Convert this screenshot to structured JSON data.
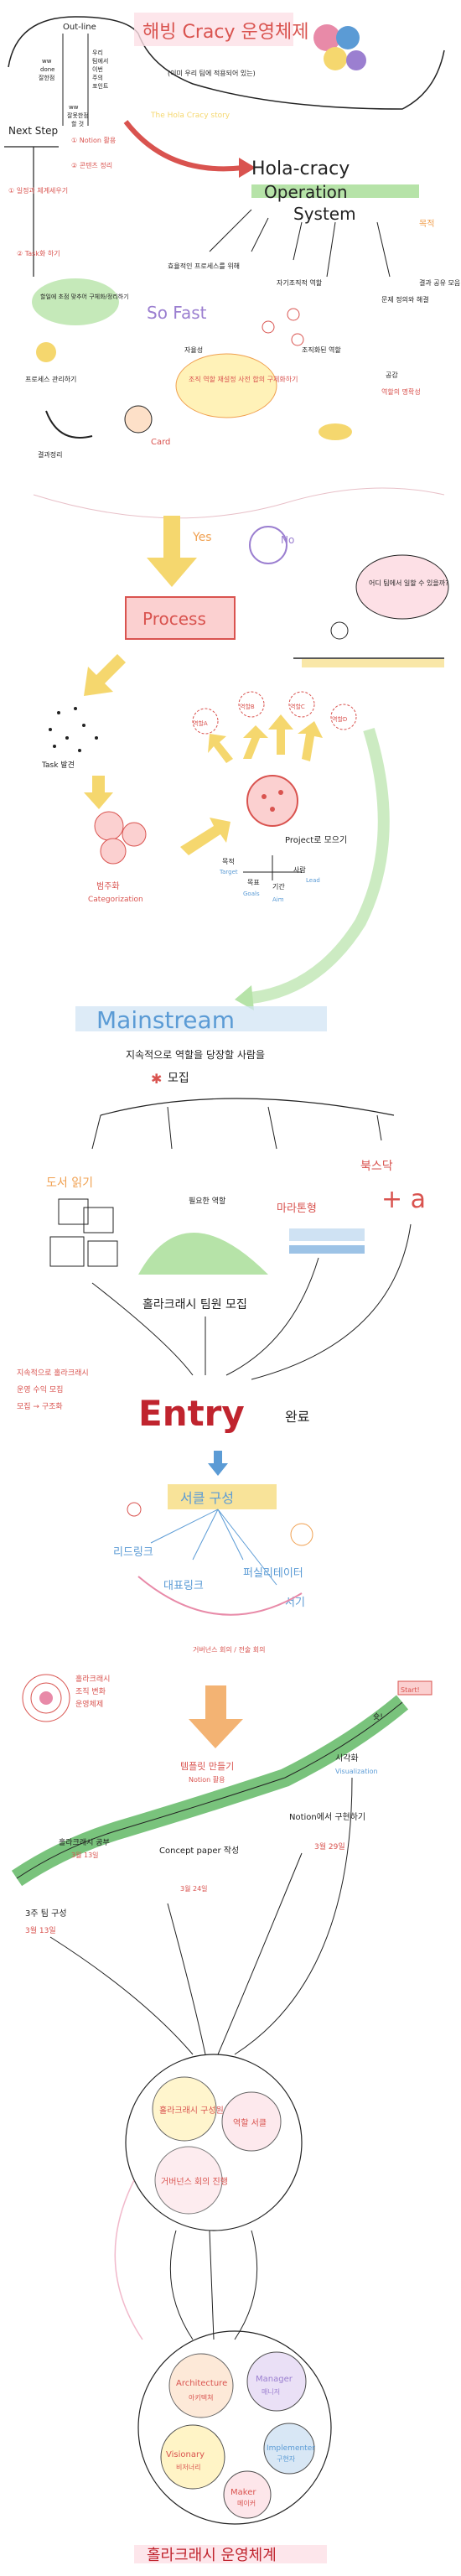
{
  "header": {
    "outline_label": "Out-line",
    "col1": [
      "ww",
      "done",
      "잘한점"
    ],
    "col2": [
      "우리",
      "팀에서",
      "이번",
      "주의",
      "포인트"
    ],
    "col3": [
      "ww",
      "잘못한점",
      "할 것"
    ],
    "next_step": "Next Step",
    "notes": [
      "① Notion 활용",
      "② 콘텐츠 정리"
    ],
    "task_left": [
      "① 일정과 체계세우기",
      "② Task화 하기"
    ],
    "task_bubble": "할일에 초점 맞추어 구체화/정리하기",
    "smile_caption": "프로세스 관리하기",
    "bottom_caption": "결과정리"
  },
  "title_group": {
    "title": "해빙 Cracy 운영체제",
    "subtitle": "(이미 우리 팀에 적용되어 있는)",
    "faded": "The Hola Cracy story"
  },
  "os": {
    "title_line1": "Hola-cracy",
    "title_line2": "Operation",
    "title_line3": "System",
    "label_goal": "목적",
    "branches": [
      "효율적인 프로세스를 위해",
      "So Fast",
      "자율성",
      "자기조직적 역할",
      "조직화된 역할",
      "문제 정의와 해결",
      "결과 공유 모음",
      "공감",
      "역할의 명확성"
    ],
    "bubble": "조직 역할 재설정 사전 합의 구체화하기",
    "card_label": "Card"
  },
  "decision": {
    "yes": "Yes",
    "no": "No",
    "question": "어디 팀에서 일할 수 있을까?",
    "process": "Process"
  },
  "process_flow": {
    "task_label": "Task 발견",
    "categorize": [
      "범주화",
      "Categorization"
    ],
    "project_box": "Project로 모으기",
    "project_sub": [
      "목적",
      "목표",
      "기간",
      "사람"
    ],
    "project_sub2": [
      "Target",
      "Goals",
      "Aim",
      "Lead"
    ],
    "role_circles": [
      "역할A",
      "역할B",
      "역할C",
      "역할D"
    ],
    "mainstream": "Mainstream",
    "mainstream_desc": "지속적으로 역할을 당장할 사람을",
    "mainstream_call": "모집"
  },
  "recruit": {
    "options": [
      "도서 읽기",
      "필요한 역할",
      "마라톤형",
      "북스닥"
    ],
    "plus": "+ a",
    "hill_caption": "홀라크래시 팀원 모집",
    "left_note": [
      "지속적으로 홀라크래시",
      "운영 수익 모집",
      "모집 → 구조화"
    ],
    "entry": "Entry",
    "entry_done": "완료",
    "circle_structure": "서클 구성",
    "roles": [
      "리드링크",
      "대표링크",
      "퍼실리테이터",
      "서기"
    ],
    "roles_bottom": "거버넌스 회의 / 전술 회의"
  },
  "timeline": {
    "left_note": [
      "홀라크래시",
      "조직 변화",
      "운영체제"
    ],
    "arrow_label": "템플릿 만들기",
    "arrow_sub": "Notion 활용",
    "milestones": [
      {
        "label": "3주 팀 구성",
        "date": "3월 13일"
      },
      {
        "label": "홀라크래시 공부",
        "date": "3월 13일"
      },
      {
        "label": "Concept paper 작성",
        "date": "3월 24일"
      },
      {
        "label": "Notion에서 구현하기",
        "date": "3월 29일"
      },
      {
        "label": "시각화",
        "date": "Visualization"
      }
    ],
    "flag": "Start!",
    "flag_sub": "슛!"
  },
  "circles_top": {
    "inner": [
      "홀라크래시 구성원",
      "역할 서클",
      "거버넌스 회의 진행"
    ]
  },
  "circles_bottom": {
    "inner": [
      "Architecture",
      "Manager",
      "Visionary",
      "Implementer",
      "Maker"
    ],
    "inner_sub": [
      "아키텍쳐",
      "매니저",
      "비저너리",
      "구현자",
      "메이커"
    ]
  },
  "footer": {
    "title": "홀라크래시 운영체계"
  },
  "colors": {
    "ink": "#222222",
    "red": "#d9534f",
    "pink": "#e88aa8",
    "orange": "#f0a050",
    "yellow": "#f5d76e",
    "green": "#4caf50",
    "blue": "#5b9bd5",
    "purple": "#9b7fd0"
  }
}
